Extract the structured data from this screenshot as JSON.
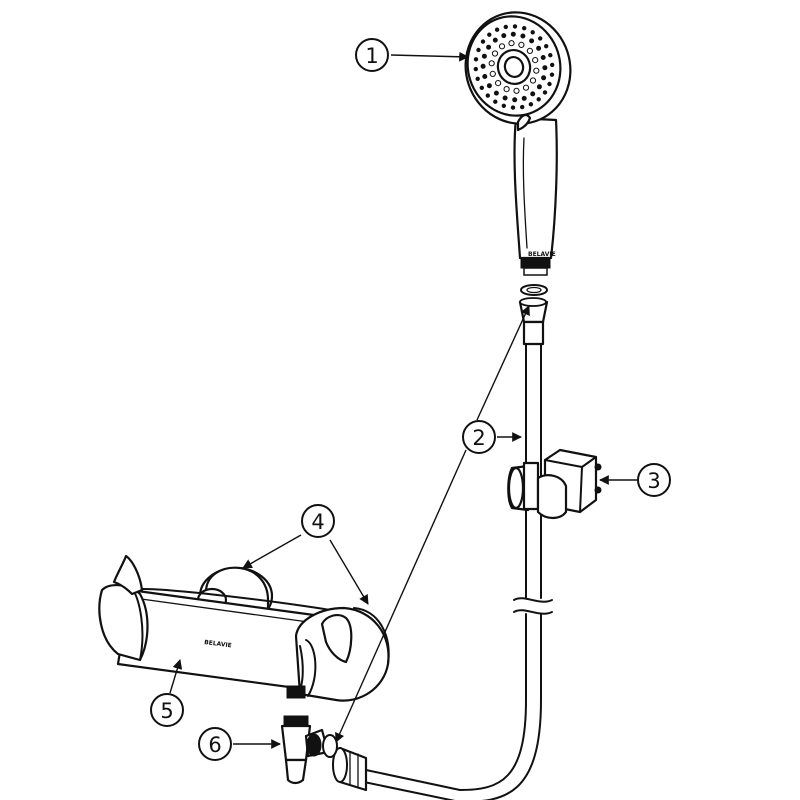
{
  "callouts": [
    {
      "id": "1",
      "label": "1",
      "part": "hand-shower"
    },
    {
      "id": "2",
      "label": "2",
      "part": "shower-hose"
    },
    {
      "id": "3",
      "label": "3",
      "part": "shower-holder"
    },
    {
      "id": "4",
      "label": "4",
      "part": "wall-connectors"
    },
    {
      "id": "5",
      "label": "5",
      "part": "thermostatic-mixer"
    },
    {
      "id": "6",
      "label": "6",
      "part": "outlet-adapter"
    }
  ],
  "brand": {
    "mixer_logo": "BELAVIE",
    "handshower_logo": "BELAVIE"
  },
  "colors": {
    "line": "#111111",
    "background": "#ffffff"
  }
}
